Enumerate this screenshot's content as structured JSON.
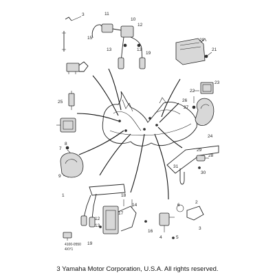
{
  "callouts": {
    "c1": "1",
    "c2": "2",
    "c3": "3",
    "c4": "4",
    "c5": "5",
    "c6": "6",
    "c7": "7",
    "c8": "8",
    "c9": "9",
    "c10": "10",
    "c11": "11",
    "c12": "12",
    "c13a": "13",
    "c13b": "13",
    "c14": "14",
    "c15": "15",
    "c16": "16",
    "c17": "17",
    "c18": "18",
    "c19a": "19",
    "c19b": "19",
    "c20": "20",
    "c21": "21",
    "c22": "22",
    "c23": "23",
    "c24": "24",
    "c25": "25",
    "c26": "26",
    "c27": "27",
    "c28": "28",
    "c29": "29",
    "c30": "30",
    "c31": "31"
  },
  "codes": {
    "part_code": "4100-0550",
    "model_code": "4XY1"
  },
  "footer": {
    "copyright": "3 Yamaha Motor Corporation, U.S.A. All rights reserved."
  }
}
